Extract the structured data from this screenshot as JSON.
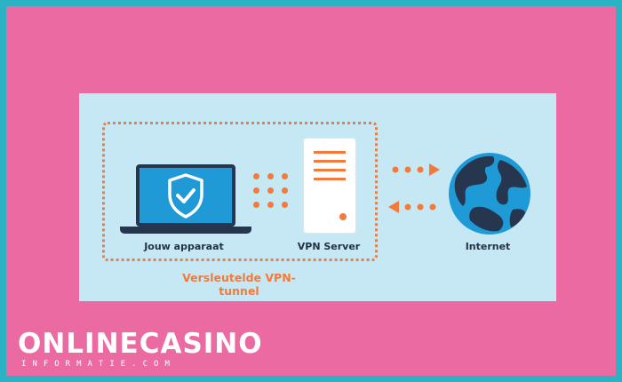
{
  "diagram": {
    "device_label": "Jouw apparaat",
    "server_label": "VPN Server",
    "internet_label": "Internet",
    "tunnel_label": "Versleutelde VPN-tunnel"
  },
  "brand": {
    "name": "ONLINECASINO",
    "sub": "INFORMATIE.COM"
  },
  "colors": {
    "accent": "#f47a3a",
    "panel": "#c6e8f5",
    "frame": "#ea6aa1",
    "outer": "#2ab3c4",
    "screen": "#1f9ad6",
    "dark": "#27364f",
    "globe_land": "#1e9ad6"
  },
  "icons": {
    "device": "laptop-icon",
    "shield": "shield-check-icon",
    "server": "server-icon",
    "internet": "globe-icon"
  }
}
